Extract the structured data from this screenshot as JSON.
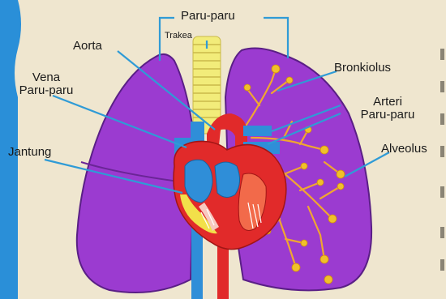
{
  "labels": {
    "paru_paru": "Paru-paru",
    "trakea": "Trakea",
    "aorta": "Aorta",
    "vena_line1": "Vena",
    "vena_line2": "Paru-paru",
    "bronkiolus": "Bronkiolus",
    "arteri_line1": "Arteri",
    "arteri_line2": "Paru-paru",
    "jantung": "Jantung",
    "alveolus": "Alveolus"
  },
  "colors": {
    "background": "#efe6cf",
    "lung": "#9b3bd0",
    "lung_outline": "#5a1f86",
    "trachea": "#f2ec7a",
    "heart_red": "#e12a2a",
    "vessel_blue": "#2f8ed8",
    "bronchiole": "#f0a630",
    "leader_line": "#2f9bd6",
    "side_tab": "#2a8fd8"
  }
}
